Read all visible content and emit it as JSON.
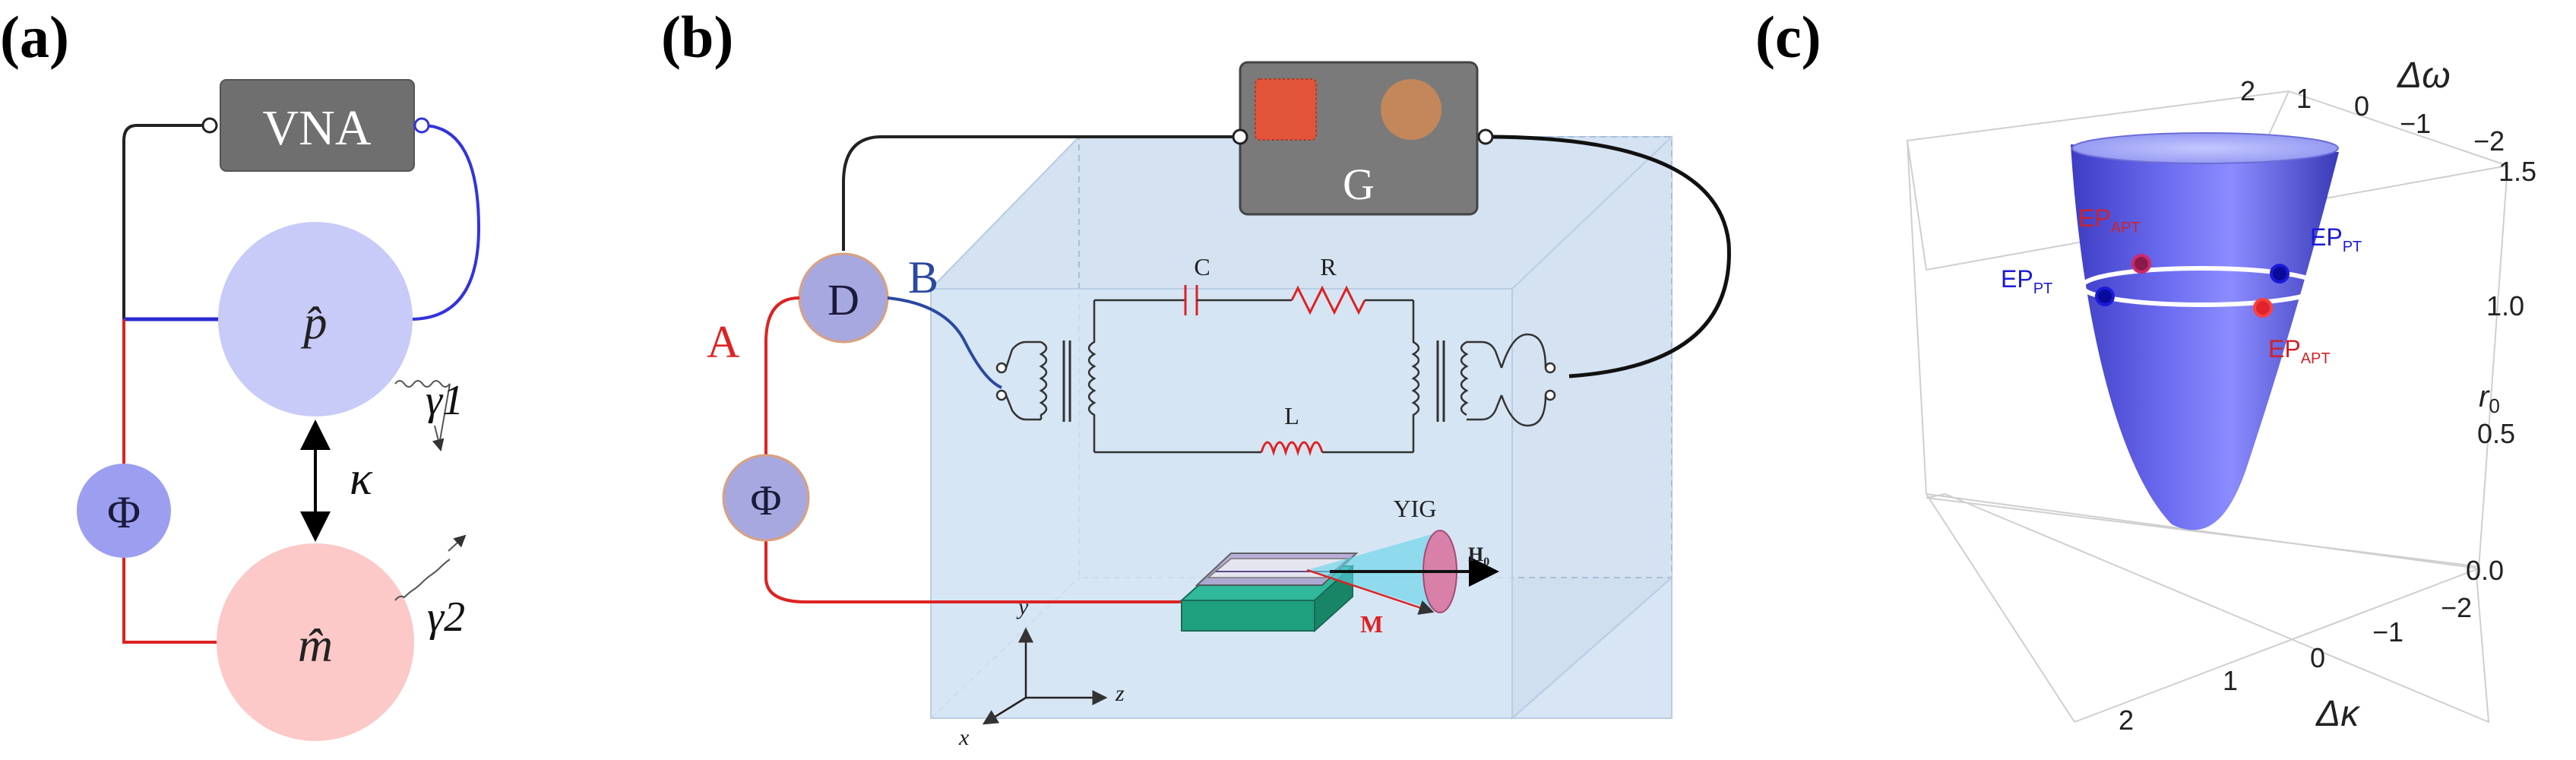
{
  "panel_a": {
    "label": "(a)",
    "vna_label": "VNA",
    "p_label": "p̂",
    "m_label": "m̂",
    "phi_label": "Φ",
    "kappa_label": "κ",
    "gamma1_label": "γ1",
    "gamma2_label": "γ2"
  },
  "panel_b": {
    "label": "(b)",
    "g_label": "G",
    "d_label": "D",
    "phi_label": "Φ",
    "a_label": "A",
    "b_label": "B",
    "c_label": "C",
    "r_label": "R",
    "l_label": "L",
    "yig_label": "YIG",
    "h0_label": "H",
    "h0_sub": "0",
    "m_label": "M",
    "axis_y": "y",
    "axis_z": "z",
    "axis_x": "x"
  },
  "panel_c": {
    "label": "(c)",
    "axis_dw": "Δω",
    "axis_dk": "Δκ",
    "axis_r0": "r",
    "axis_r0_sub": "0",
    "dw_ticks": [
      "2",
      "1",
      "0",
      "−1",
      "−2"
    ],
    "dk_ticks": [
      "2",
      "1",
      "0",
      "−1",
      "−2"
    ],
    "r0_ticks": [
      "1.5",
      "1.0",
      "0.5",
      "0.0"
    ],
    "ep_apt_top": "EP",
    "ep_apt_top_sub": "APT",
    "ep_pt_left": "EP",
    "ep_pt_left_sub": "PT",
    "ep_pt_right": "EP",
    "ep_pt_right_sub": "PT",
    "ep_apt_bottom": "EP",
    "ep_apt_bottom_sub": "APT",
    "colors": {
      "surface": "#5a5ae6",
      "ep_pt": "#1a1ad8",
      "ep_apt": "#e0242c"
    }
  }
}
